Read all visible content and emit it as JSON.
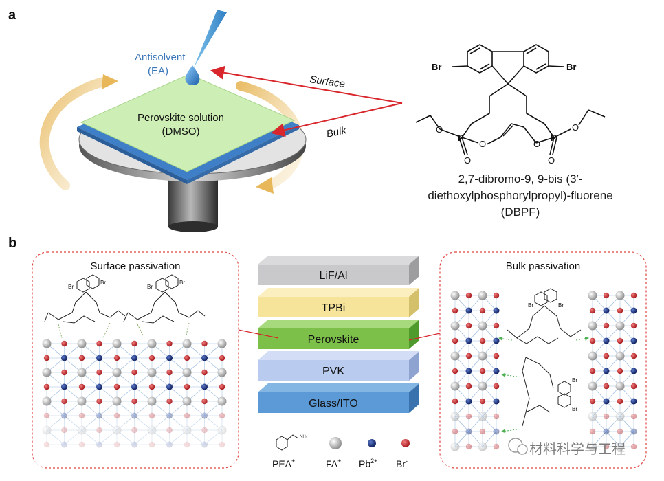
{
  "panel_a": {
    "letter": "a",
    "antisolvent_line1": "Antisolvent",
    "antisolvent_line2": "(EA)",
    "solution_line1": "Perovskite solution",
    "solution_line2": "(DMSO)",
    "arrow_surface": "Surface",
    "arrow_bulk": "Bulk",
    "molecule_atom_br": "Br",
    "molecule_atom_o": "O",
    "molecule_atom_p": "P",
    "molecule_name_line1": "2,7-dibromo-9, 9-bis (3′-",
    "molecule_name_line2": "diethoxylphosphorylpropyl)-fluorene",
    "molecule_name_line3": "(DBPF)"
  },
  "panel_b": {
    "letter": "b",
    "surface_title": "Surface passivation",
    "bulk_title": "Bulk passivation",
    "layers": [
      "LiF/Al",
      "TPBi",
      "Perovskite",
      "PVK",
      "Glass/ITO"
    ],
    "legend": {
      "pea": "PEA",
      "pea_sup": "+",
      "fa": "FA",
      "fa_sup": "+",
      "pb": "Pb",
      "pb_sup": "2+",
      "br": "Br",
      "br_sup": "-"
    }
  },
  "watermark": "材料科学与工程",
  "colors": {
    "arrow_red": "#d9262c",
    "dashed_box": "#e0433f",
    "layer_lif": "#c9c9cb",
    "layer_tpbi": "#f5e49a",
    "layer_perovskite": "#7cc04a",
    "layer_pvk": "#b9cbee",
    "layer_glass": "#5b9ad6",
    "antisolvent_blue": "#3b77b8"
  }
}
